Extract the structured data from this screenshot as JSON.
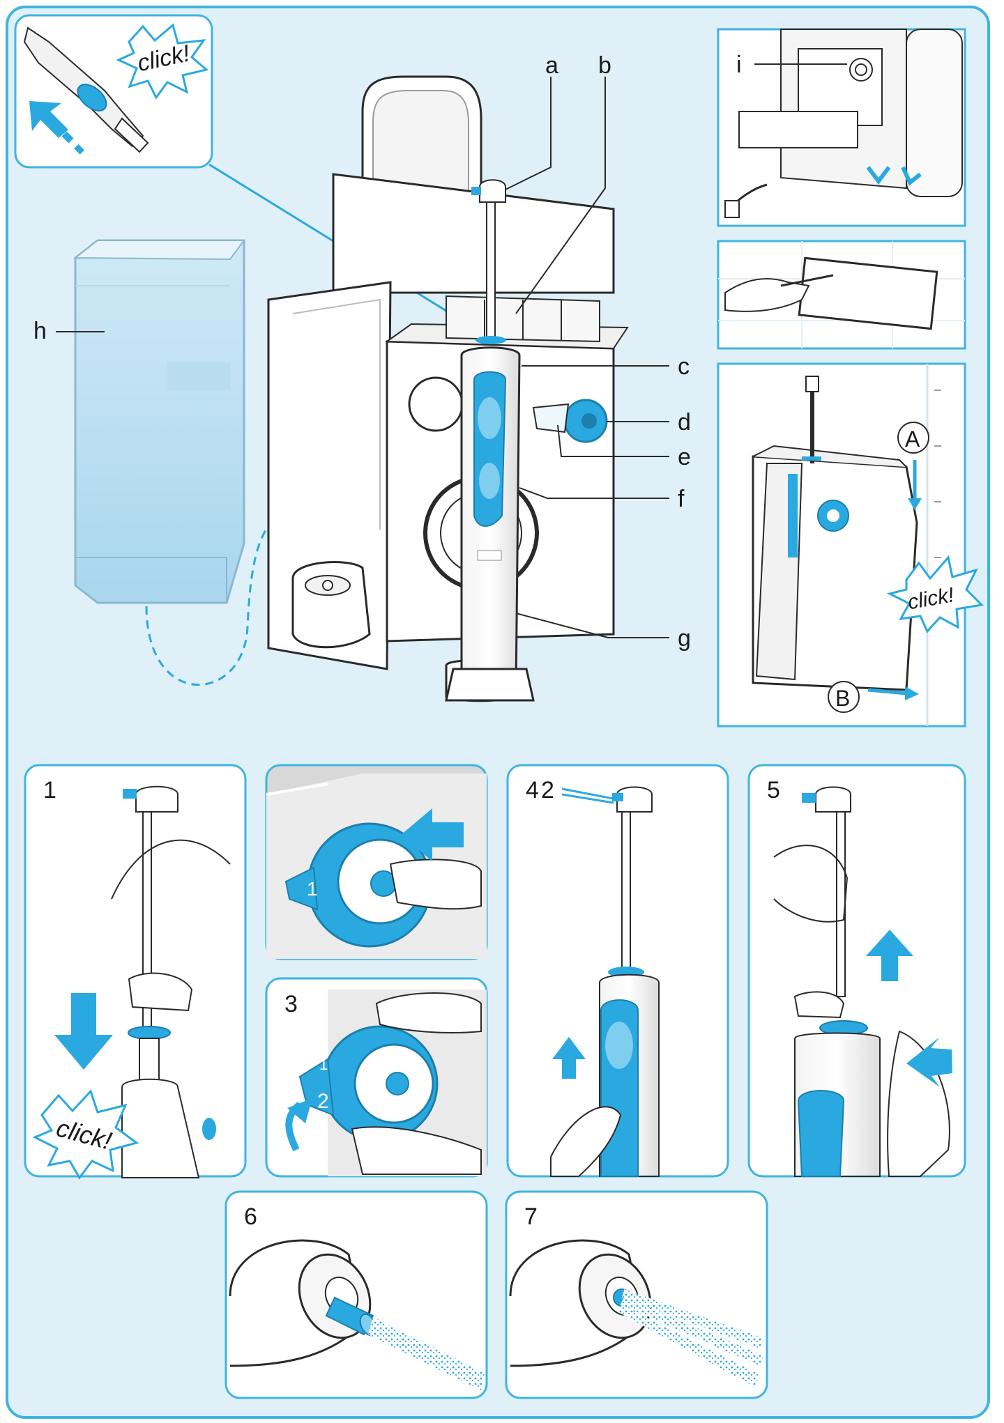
{
  "main": {
    "labels": {
      "a": "a",
      "b": "b",
      "c": "c",
      "d": "d",
      "e": "e",
      "f": "f",
      "g": "g",
      "h": "h",
      "i": "i"
    },
    "click_text": "click!"
  },
  "wall_mount": {
    "label_a": "A",
    "label_b": "B",
    "click_text": "click!"
  },
  "steps": {
    "s1": {
      "number": "1",
      "click_text": "click!"
    },
    "s3": {
      "number": "3",
      "dial_1": "1",
      "dial_2": "2"
    },
    "s2_dial": "1",
    "s4": {
      "number": "4",
      "tag": "2"
    },
    "s5": {
      "number": "5"
    },
    "s6": {
      "number": "6"
    },
    "s7": {
      "number": "7"
    }
  },
  "colors": {
    "background": "#dff0f8",
    "frame": "#3fb4e0",
    "accent": "#23a8dd",
    "line": "#2a2a2a"
  }
}
